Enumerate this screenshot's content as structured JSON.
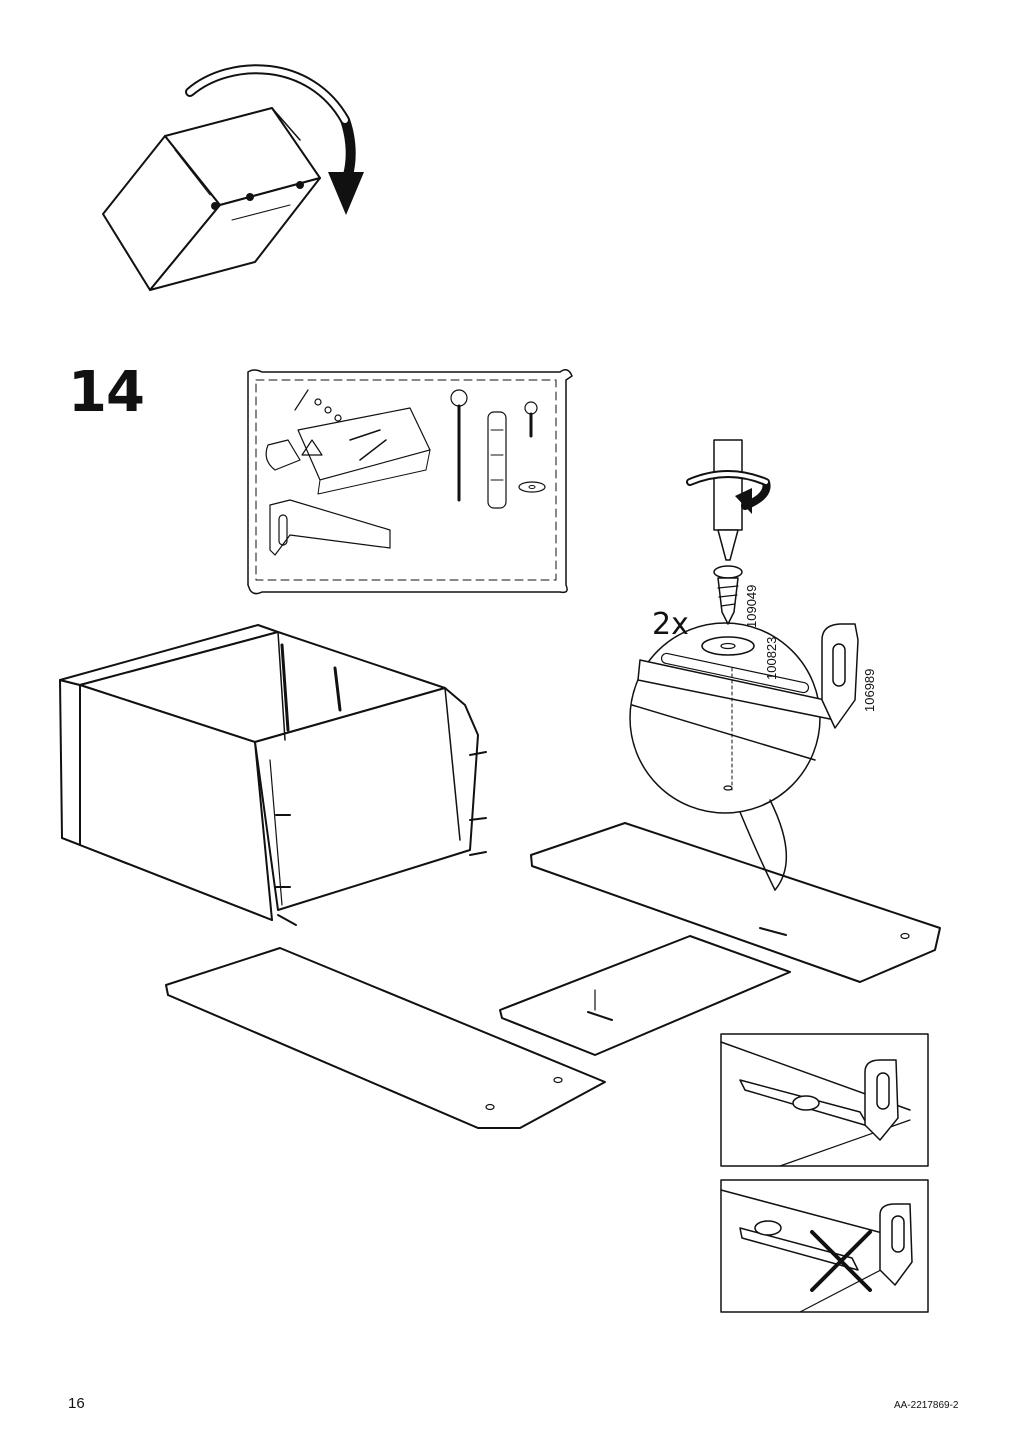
{
  "page": {
    "step_number": "14",
    "quantity_label": "2x",
    "part_numbers": {
      "screw": "109049",
      "washer": "100823",
      "bracket": "106989"
    },
    "page_number": "16",
    "document_id": "AA-2217869-2"
  },
  "icons": {
    "rotate_arrow": "curved-arrow-icon",
    "screwdriver": "screwdriver-icon",
    "correct_detail": "bracket-correct-detail",
    "incorrect_detail": "bracket-incorrect-cross-icon"
  }
}
